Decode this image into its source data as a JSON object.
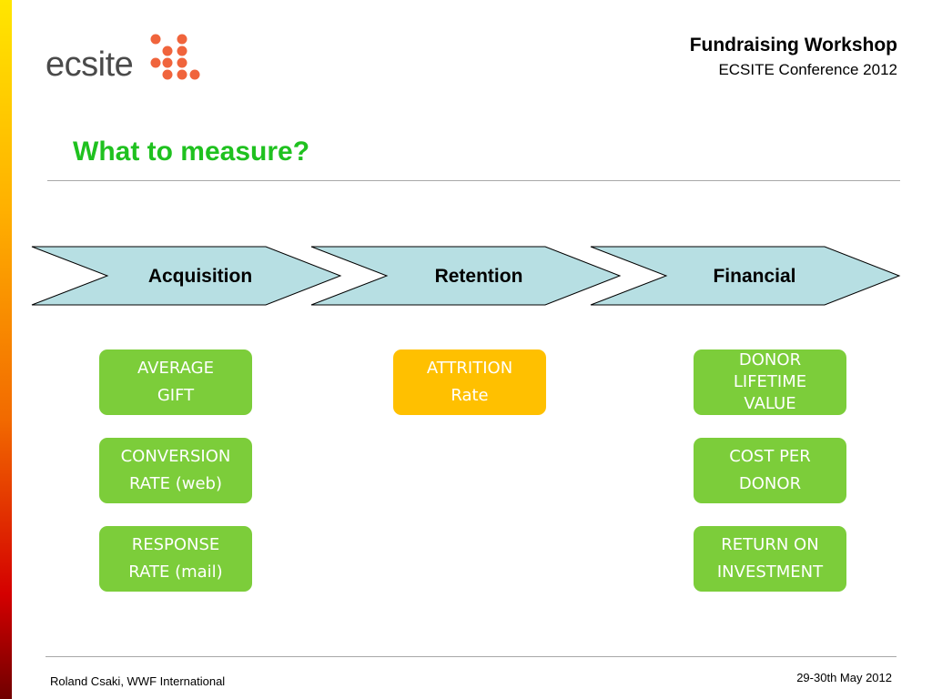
{
  "logo": {
    "text": "ecsite"
  },
  "header": {
    "title": "Fundraising Workshop",
    "subtitle": "ECSITE Conference 2012"
  },
  "slide": {
    "title": "What to measure?"
  },
  "chevrons": [
    {
      "label": "Acquisition"
    },
    {
      "label": "Retention"
    },
    {
      "label": "Financial"
    }
  ],
  "boxes": {
    "average_gift": "AVERAGE\nGIFT",
    "conversion_rate": "CONVERSION\nRATE (web)",
    "response_rate": "RESPONSE\nRATE (mail)",
    "attrition_rate": "ATTRITION\nRate",
    "donor_lifetime_value": "DONOR\nLIFETIME\nVALUE",
    "cost_per_donor": "COST PER\nDONOR",
    "return_on_investment": "RETURN ON\nINVESTMENT"
  },
  "colors": {
    "title_green": "#1fc11f",
    "box_green": "#7ccd3a",
    "box_orange": "#ffc000",
    "chevron_fill": "#b7dfe3",
    "logo_orange": "#f0643c"
  },
  "footer": {
    "author": "Roland Csaki, WWF International",
    "date": "29-30th May 2012"
  }
}
